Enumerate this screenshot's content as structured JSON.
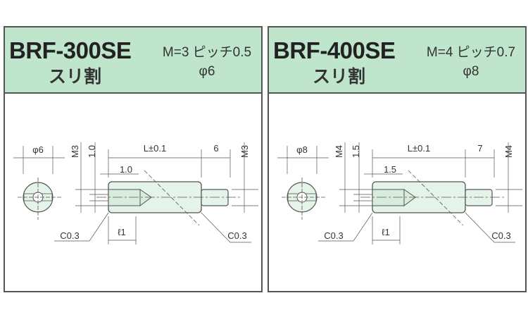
{
  "panels": [
    {
      "model": "BRF-300SE",
      "type": "スリ割",
      "pitch": "M=3 ピッチ0.5",
      "diameter": "φ6",
      "dims": {
        "dia": "φ6",
        "thread_left": "M3",
        "slot": "1.0",
        "length": "L±0.1",
        "stud": "6",
        "thread_right": "M3",
        "slot_width": "1.0",
        "chamfer_left": "C0.3",
        "depth": "ℓ1",
        "chamfer_right": "C0.3"
      }
    },
    {
      "model": "BRF-400SE",
      "type": "スリ割",
      "pitch": "M=4 ピッチ0.7",
      "diameter": "φ8",
      "dims": {
        "dia": "φ8",
        "thread_left": "M4",
        "slot": "1.5",
        "length": "L±0.1",
        "stud": "7",
        "thread_right": "M4",
        "slot_width": "1.5",
        "chamfer_left": "C0.3",
        "depth": "ℓ1",
        "chamfer_right": "C0.3"
      }
    }
  ],
  "colors": {
    "header": "#bfe6cc",
    "body": "#e4f4e8",
    "line": "#555555"
  }
}
